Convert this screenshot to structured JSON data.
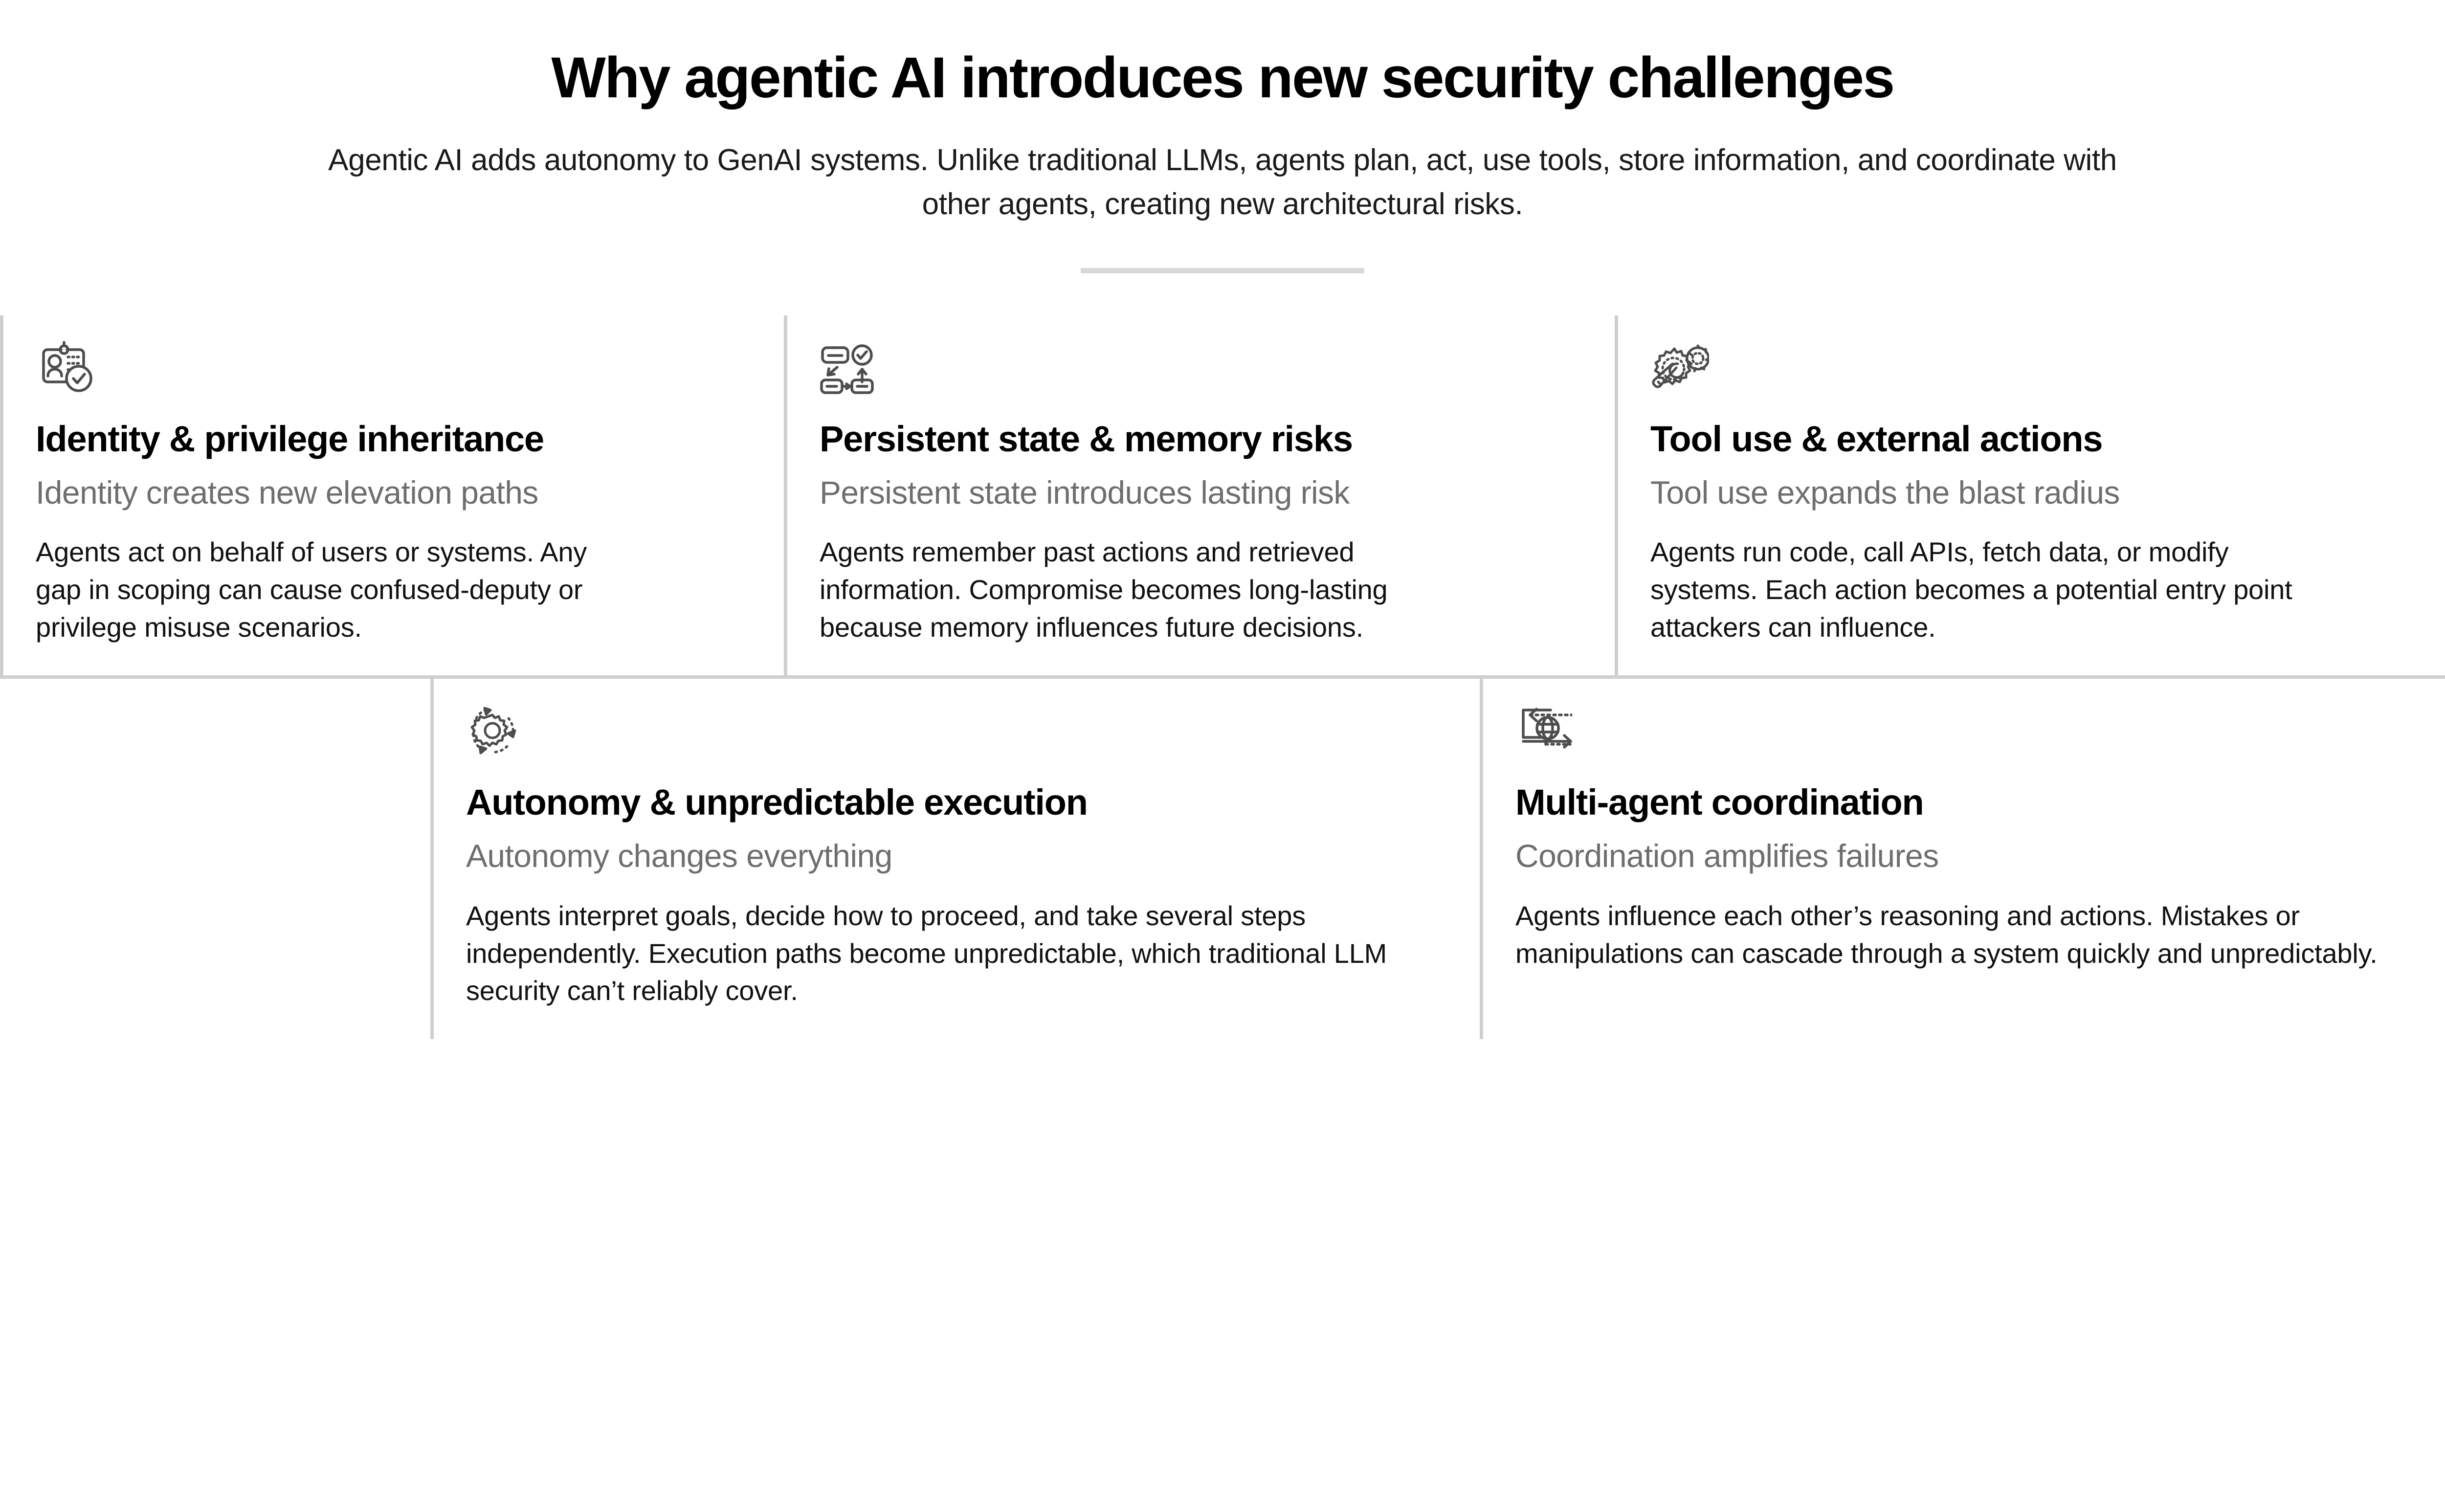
{
  "header": {
    "title": "Why agentic AI introduces new security challenges",
    "subtitle": "Agentic AI adds autonomy to GenAI systems. Unlike traditional LLMs, agents plan, act, use tools, store information, and coordinate with other agents, creating new architectural risks.",
    "divider_color": "#d8d8d8"
  },
  "theme": {
    "background": "#ffffff",
    "title_color": "#000000",
    "body_color": "#111111",
    "muted_color": "#6e6e6e",
    "rule_color": "#cfcfcf",
    "icon_color": "#4d4d4d"
  },
  "cards": [
    {
      "icon": "id-badge-check-icon",
      "title": "Identity & privilege inheritance",
      "subtitle": "Identity creates new elevation paths",
      "body": "Agents act on behalf of users or systems. Any gap in scoping can cause confused-deputy or privilege misuse scenarios."
    },
    {
      "icon": "workflow-state-icon",
      "title": "Persistent state & memory risks",
      "subtitle": "Persistent state introduces lasting risk",
      "body": "Agents remember past actions and retrieved information. Compromise becomes long-lasting because memory influences future decisions."
    },
    {
      "icon": "wrench-gears-icon",
      "title": "Tool use & external actions",
      "subtitle": "Tool use expands the blast radius",
      "body": "Agents run code, call APIs, fetch data, or modify systems. Each action becomes a potential entry point attackers can influence."
    },
    {
      "icon": "rotating-gear-icon",
      "title": "Autonomy & unpredictable execution",
      "subtitle": "Autonomy changes everything",
      "body": "Agents interpret goals, decide how to proceed, and take several steps independently. Execution paths become unpredictable, which traditional LLM security can’t reliably cover."
    },
    {
      "icon": "globe-exchange-icon",
      "title": "Multi-agent coordination",
      "subtitle": "Coordination amplifies failures",
      "body": "Agents influence each other’s reasoning and actions. Mistakes or manipulations can cascade through a system quickly and unpredictably."
    }
  ]
}
